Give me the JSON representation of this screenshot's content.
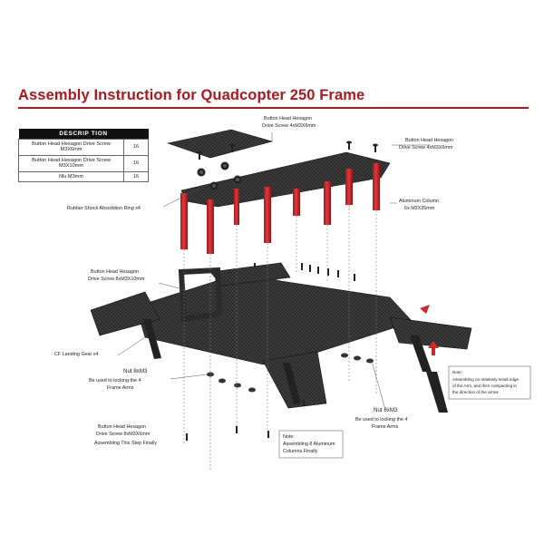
{
  "title": "Assembly Instruction for Quadcopter 250 Frame",
  "description_table": {
    "header": "DESCRIP TION",
    "rows": [
      {
        "item": "Button Head Hexagon Drive Screw M3X6mm",
        "qty": "16"
      },
      {
        "item": "Button Head Hexagon Drive Screw M3X10mm",
        "qty": "16"
      },
      {
        "item": "Nlu M3mm",
        "qty": "16"
      }
    ]
  },
  "labels": {
    "top_screw_1": "Button Head Hexagon",
    "top_screw_2": "Drive Screw 4xM3X6mm",
    "right_screw_1": "Button Head Hexagon",
    "right_screw_2": "Drive Screw 4xM3X6mm",
    "rubber_ring": "Rubber Shock Absorbtion Ring x4",
    "alu_1": "Aluminum Column",
    "alu_2": "6x M3X35mm",
    "mid_screw_1": "Button Head Hexagon",
    "mid_screw_2": "Drive Screw 8xM3X10mm",
    "landing_gear": "CF Landing Gear x4",
    "nut_left_title": "Nut 8xM3",
    "nut_left_1": "Be used to locking the 4",
    "nut_left_2": "Frame Arms",
    "nut_right_title": "Nut 8xM3",
    "nut_right_1": "Be used to locking the 4",
    "nut_right_2": "Frame Arms",
    "bottom_screw_1": "Button Head Hexagon",
    "bottom_screw_2": "Drive Screw 8xM3X6mm",
    "bottom_screw_3": "Assembling This Step Finally",
    "note_center_title": "Note:",
    "note_center_1": "Assembling 8 Aluminum",
    "note_center_2": "Columns Finally",
    "note_right_title": "Note:",
    "note_right_1": "Assembling on relatively small edge",
    "note_right_2": "of the Arm, and then compacting in",
    "note_right_3": "the direction of the arrow"
  },
  "colors": {
    "brand_red": "#b0171d",
    "carbon": "#2b2b2b",
    "column_red": "#d3262b",
    "leader": "#555555"
  }
}
